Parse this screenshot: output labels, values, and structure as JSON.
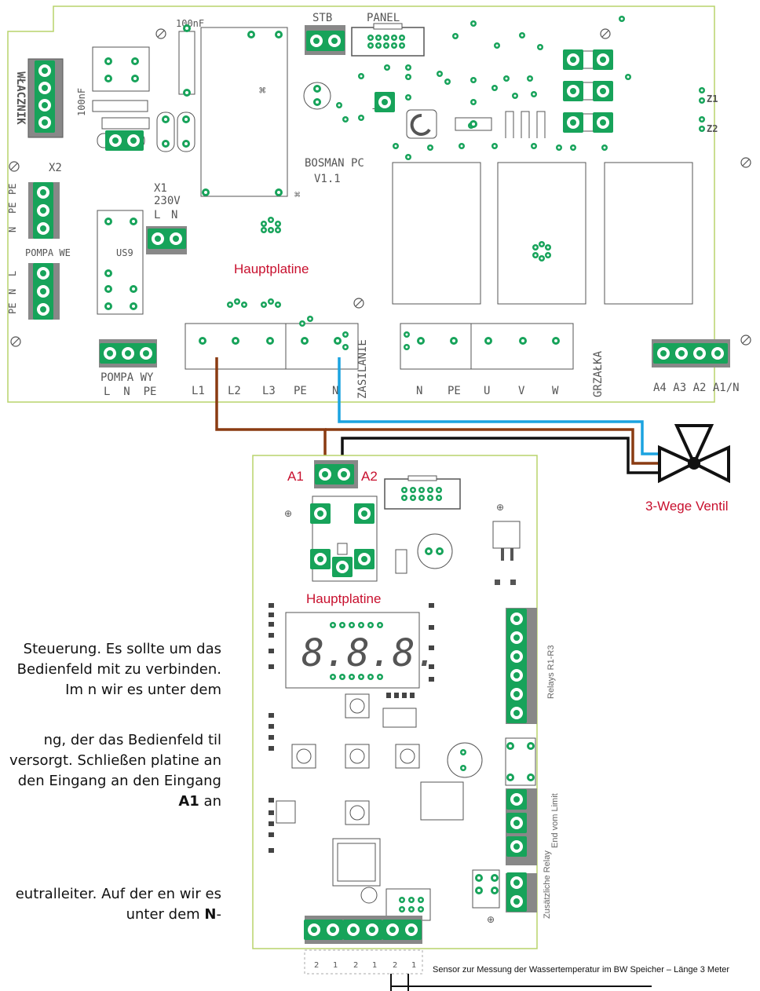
{
  "board_top": {
    "title": "Hauptplatine",
    "model": "BOSMAN PC",
    "version": "V1.1",
    "connectors": {
      "wlacznik": "WŁACZNIK",
      "x2": "X2",
      "x1": "X1",
      "voltage": "230V",
      "l": "L",
      "n": "N",
      "pe": "PE",
      "pompa_we": "POMPA WE",
      "pompa_wy": "POMPA WY",
      "pompa_wy_pins": "L  N  PE",
      "stb": "STB",
      "panel": "PANEL",
      "cap": "100nF",
      "us9": "US9",
      "zasilanie": "ZASILANIE",
      "grzalka": "GRZAŁKA",
      "z1": "Z1",
      "z2": "Z2",
      "terminals": [
        "L1",
        "L2",
        "L3",
        "PE",
        "N"
      ],
      "terminals_right": [
        "N",
        "PE",
        "U",
        "V",
        "W"
      ],
      "relay_labels": "A4 A3 A2 A1/N"
    }
  },
  "board_bottom": {
    "title": "Hauptplatine",
    "a1": "A1",
    "a2": "A2",
    "display": "8.8.8.",
    "relays_label": "Relays R1-R3",
    "end_limit": "End vom Limit",
    "extra_relay": "Zusätzliche Relay",
    "pins": [
      "2",
      "1",
      "2",
      "1",
      "2",
      "1"
    ],
    "sensor_note": "Sensor zur Messung der Wassertemperatur im BW Speicher – Länge 3 Meter"
  },
  "valve": {
    "label": "3-Wege Ventil"
  },
  "side_text": {
    "p1": "Steuerung. Es sollte um das Bedienfeld mit zu verbinden. Im n wir es unter dem",
    "p2a": "ng, der das Bedienfeld til versorgt. Schließen platine an den Eingang ",
    "p2b": " an den Eingang ",
    "p2c_bold": "A1",
    "p2d": " an",
    "p3a": "eutralleiter. Auf der en wir es unter dem ",
    "p3b_bold": "N",
    "p3c": "-"
  },
  "colors": {
    "pcb_outline": "#b8d36b",
    "pad_green": "#17a35a",
    "wire_brown": "#8a3b12",
    "wire_blue": "#1ba3e0",
    "wire_black": "#111111",
    "accent_red": "#c8102e"
  }
}
